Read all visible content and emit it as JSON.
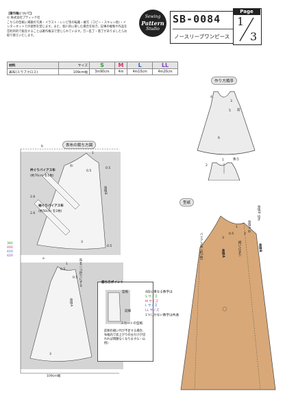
{
  "copyright": {
    "heading": "【著作権について】",
    "owner": "© 株式会社ブティック社",
    "body": "こちらの型紙に掲載の写真・イラスト・レシピ等の転載・複写（コピー・スキャン他）・インターネットでの使用を禁じます。また、個人的に楽しむ場合を除き、記事の複製や作品を営利目的で販売することは著作権法で禁じられています。万一乱丁・落丁がありましたらお取り替えいたします。"
  },
  "logo": {
    "line1": "Sewing",
    "line2": "Pattern",
    "line3": "Studio"
  },
  "header": {
    "code": "SB-0084",
    "name": "ノースリーブワンピース"
  },
  "page": {
    "tab": "Page",
    "current": "1",
    "total": "3"
  },
  "materials": {
    "col_material": "材料",
    "col_size": "サイズ",
    "sizes": [
      "S",
      "M",
      "L",
      "LL"
    ],
    "item": "表布(スラブクロス)",
    "width": "109cm幅",
    "amounts": [
      "3m90cm",
      "4m",
      "4m10cm",
      "4m20cm"
    ]
  },
  "sections": {
    "howto": "作り方順序",
    "cut": "表布の裁ち方図",
    "pattern": "型紙"
  },
  "dress": {
    "n1": "1",
    "n2": "2",
    "n3": "3",
    "n4": "4",
    "n5": "5",
    "n6": "6",
    "front": "前",
    "back": "後ろ"
  },
  "cutting": {
    "label_b": "身頃B",
    "label_a": "身頃A",
    "fold_top": "わ",
    "fold_mid": "布を二つ折りにする",
    "bias_a": "衿ぐりバイアス布",
    "bias_a_size": "(約70cm を1枚)",
    "bias_b": "袖ぐりバイアス布",
    "bias_b_size": "(約50cm を2枚)",
    "s1": "2.6",
    "s2": "2.6",
    "s3": "1",
    "s4": "0.5",
    "s5": "0.5",
    "s6": "3",
    "s7": "0.5",
    "s8": "0.5",
    "s9": "1",
    "s10": "0.5",
    "s11": "3",
    "side_b": "b",
    "side_a": "a",
    "width": "109cm幅",
    "lengths": [
      "380",
      "400",
      "410",
      "420"
    ]
  },
  "pattern": {
    "label_b": "身頃B はぎ",
    "label_a": "身頃A わ",
    "body_a": "身頃A",
    "body_b": "身頃B",
    "ease": "縫い止まり",
    "bias": "バイアス布 (約1枚)",
    "n1": "1",
    "n3": "3",
    "n05": "0.5",
    "n2": "2"
  },
  "cutpoint": {
    "title": "裁ち方ポイント",
    "pattern": "型紙",
    "fold": "前縁",
    "skirt": "スカートの型紙",
    "note": "前側の縫い代が不足する場合、布幅内で前上がりの分だけが切れれば問題なくなります(L・LL 例)"
  },
  "size_legend": {
    "title": "4段に重なる数字は",
    "s": "S サイズ",
    "m": "M サイズ",
    "l": "L サイズ",
    "ll": "LL サイズ",
    "common": "1つしかない数字は共通"
  },
  "colors": {
    "pattern_fill": "#d8a878",
    "S": "#2a9d2a",
    "M": "#d62d6b",
    "L": "#2a5fc0",
    "LL": "#7a42b5"
  }
}
